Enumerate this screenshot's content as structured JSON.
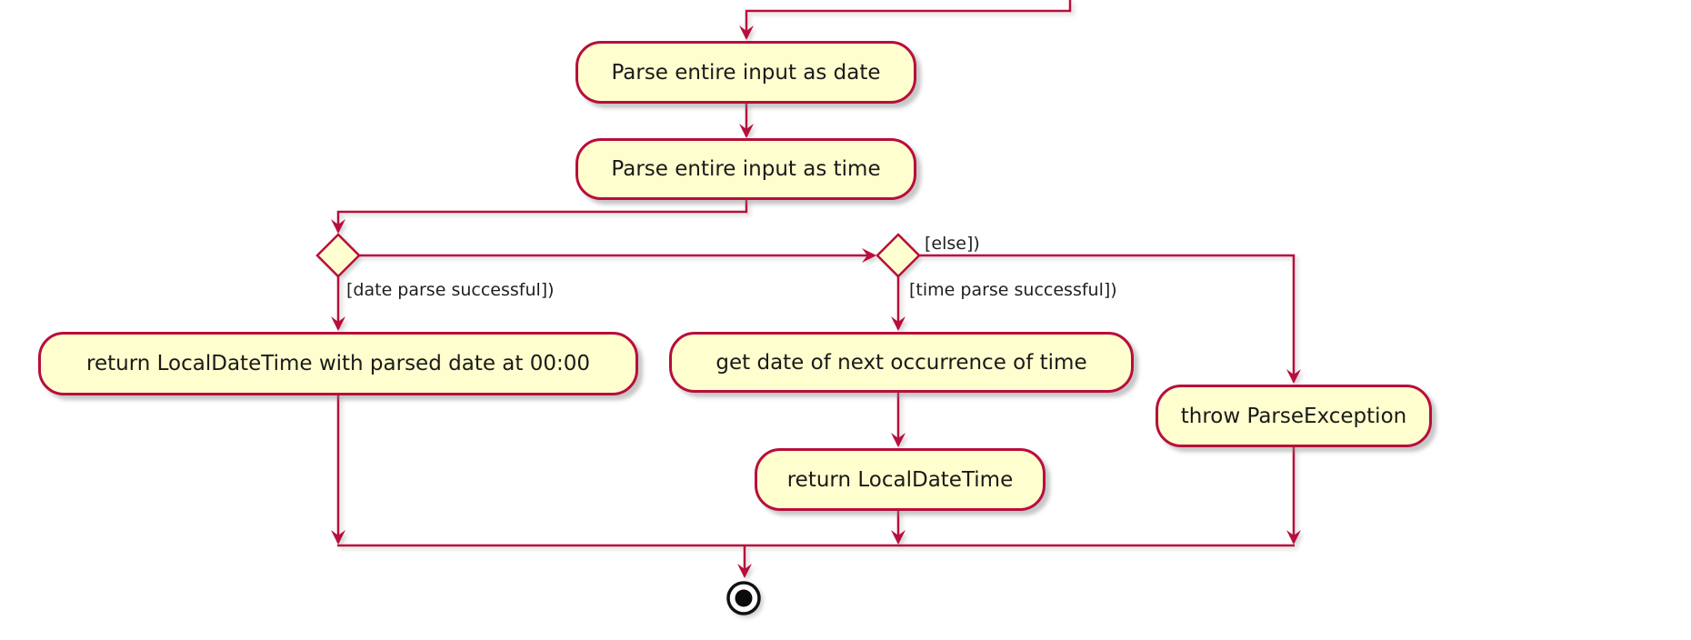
{
  "diagram": {
    "kind": "activity-flowchart",
    "nodes": {
      "parse_date": {
        "label": "Parse entire input as date"
      },
      "parse_time": {
        "label": "Parse entire input as time"
      },
      "return_midnight": {
        "label": "return LocalDateTime with parsed date at 00:00"
      },
      "next_occurrence": {
        "label": "get date of next occurrence of time"
      },
      "return_ldt": {
        "label": "return LocalDateTime"
      },
      "throw_parse": {
        "label": "throw ParseException"
      }
    },
    "branch_labels": {
      "date_ok": {
        "label": "[date parse successful])"
      },
      "else_branch": {
        "label": "[else])"
      },
      "time_ok": {
        "label": "[time parse successful])"
      }
    },
    "symbols": {
      "decision_count": 2,
      "final_node": "filled-circle-in-ring"
    },
    "colors": {
      "node_fill": "#FEFECE",
      "node_border": "#B80E3C",
      "arrow": "#B80E3C",
      "node_text": "#1A1A1A",
      "label_text": "#1F1F1F",
      "final_node": "#000000",
      "background": "#FFFFFF"
    }
  }
}
